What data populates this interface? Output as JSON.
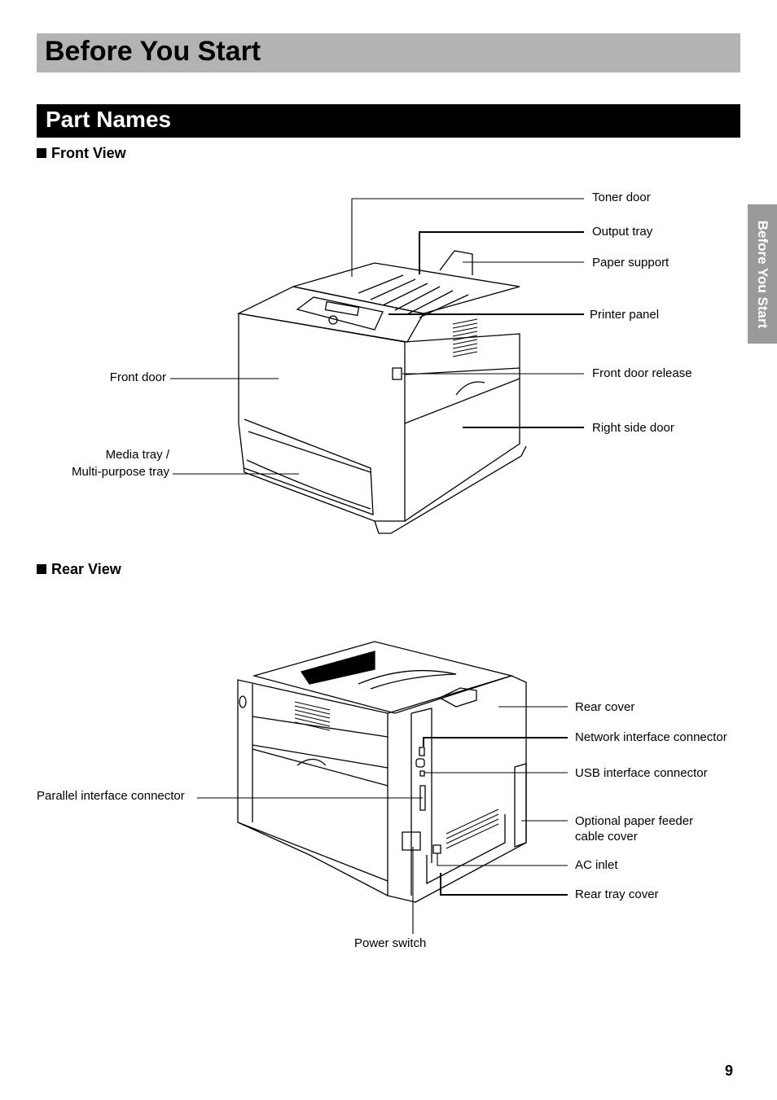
{
  "header": {
    "chapter_title": "Before You Start"
  },
  "section": {
    "title": "Part Names"
  },
  "side_tab": {
    "label": "Before You Start"
  },
  "front_view": {
    "heading": "Front View",
    "labels": {
      "toner_door": "Toner door",
      "output_tray": "Output tray",
      "paper_support": "Paper support",
      "printer_panel": "Printer panel",
      "front_door_release": "Front door release",
      "right_side_door": "Right side door",
      "front_door": "Front door",
      "media_tray_line1": "Media tray /",
      "media_tray_line2": "Multi-purpose tray"
    }
  },
  "rear_view": {
    "heading": "Rear View",
    "labels": {
      "rear_cover": "Rear cover",
      "network_interface_connector": "Network interface connector",
      "usb_interface_connector": "USB interface connector",
      "parallel_interface_connector": "Parallel interface connector",
      "optional_feeder_line1": "Optional paper feeder",
      "optional_feeder_line2": "cable cover",
      "ac_inlet": "AC inlet",
      "rear_tray_cover": "Rear tray cover",
      "power_switch": "Power switch"
    }
  },
  "footer": {
    "page_number": "9"
  }
}
